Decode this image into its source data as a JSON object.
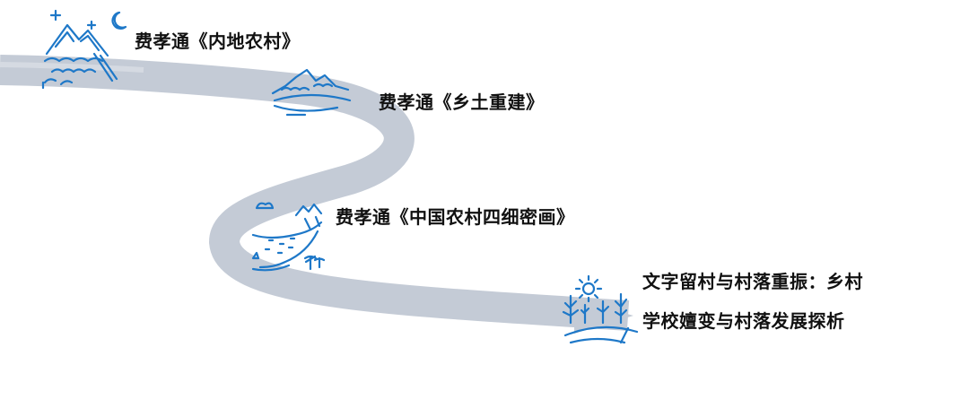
{
  "colors": {
    "road": "#c4cbd6",
    "road_edge": "#b3bbc8",
    "icon": "#1e78c8",
    "text": "#111111",
    "background": "#ffffff"
  },
  "milestones": [
    {
      "icon": "mountain-moon-icon",
      "title": "费孝通《内地农村》"
    },
    {
      "icon": "mountain-range-icon",
      "title": "费孝通《乡土重建》"
    },
    {
      "icon": "coast-palm-icon",
      "title": "费孝通《中国农村四细密画》"
    },
    {
      "icon": "sun-field-icon",
      "title_lines": [
        "文字留村与村落重振：乡村",
        "学校嬗变与村落发展探析"
      ]
    }
  ]
}
